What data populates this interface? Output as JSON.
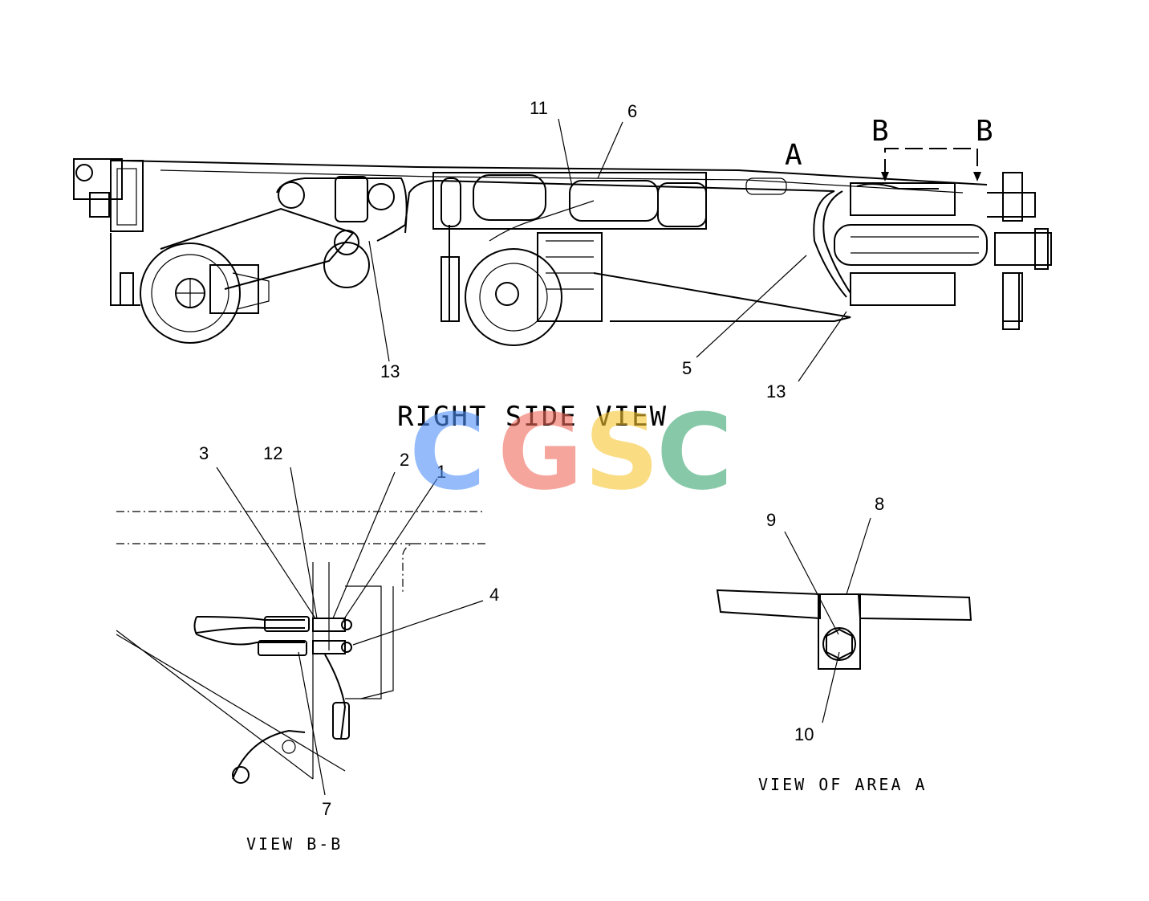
{
  "views": {
    "main_title": "RIGHT SIDE VIEW",
    "view_bb": "VIEW B-B",
    "view_area_a": "VIEW OF AREA A"
  },
  "markers": {
    "section_b_left": "B",
    "section_b_right": "B",
    "area_a": "A"
  },
  "callouts": {
    "c11": "11",
    "c6": "6",
    "c13a": "13",
    "c5": "5",
    "c13b": "13",
    "c3": "3",
    "c12": "12",
    "c2": "2",
    "c1": "1",
    "c4": "4",
    "c7": "7",
    "c9": "9",
    "c8": "8",
    "c10": "10"
  },
  "watermark": {
    "letters": [
      "C",
      "G",
      "S",
      "C"
    ],
    "colors": [
      "#4f8ff7",
      "#f06b5b",
      "#f7c531",
      "#37a56d"
    ]
  }
}
